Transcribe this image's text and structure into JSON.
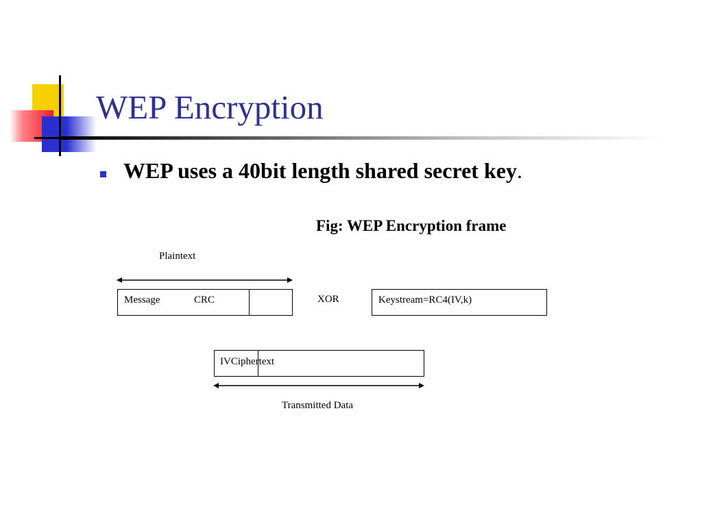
{
  "slide": {
    "title": "WEP Encryption",
    "bullet": {
      "text_bold": "WEP uses a 40bit length shared secret key",
      "text_trailing": "."
    },
    "figure_caption": "Fig: WEP Encryption frame"
  },
  "diagram": {
    "plaintext_label": "Plaintext",
    "message_label": "Message",
    "crc_label": "CRC",
    "operator_label": "XOR",
    "keystream_label": "Keystream=RC4(IV,k)",
    "iv_label": "IV",
    "ciphertext_label": "Ciphertext",
    "transmitted_label": "Transmitted Data"
  },
  "colors": {
    "title": "#2e3192",
    "accent_blue": "#2a2fcf",
    "accent_yellow": "#f7d000",
    "accent_red": "#f31b2c"
  }
}
